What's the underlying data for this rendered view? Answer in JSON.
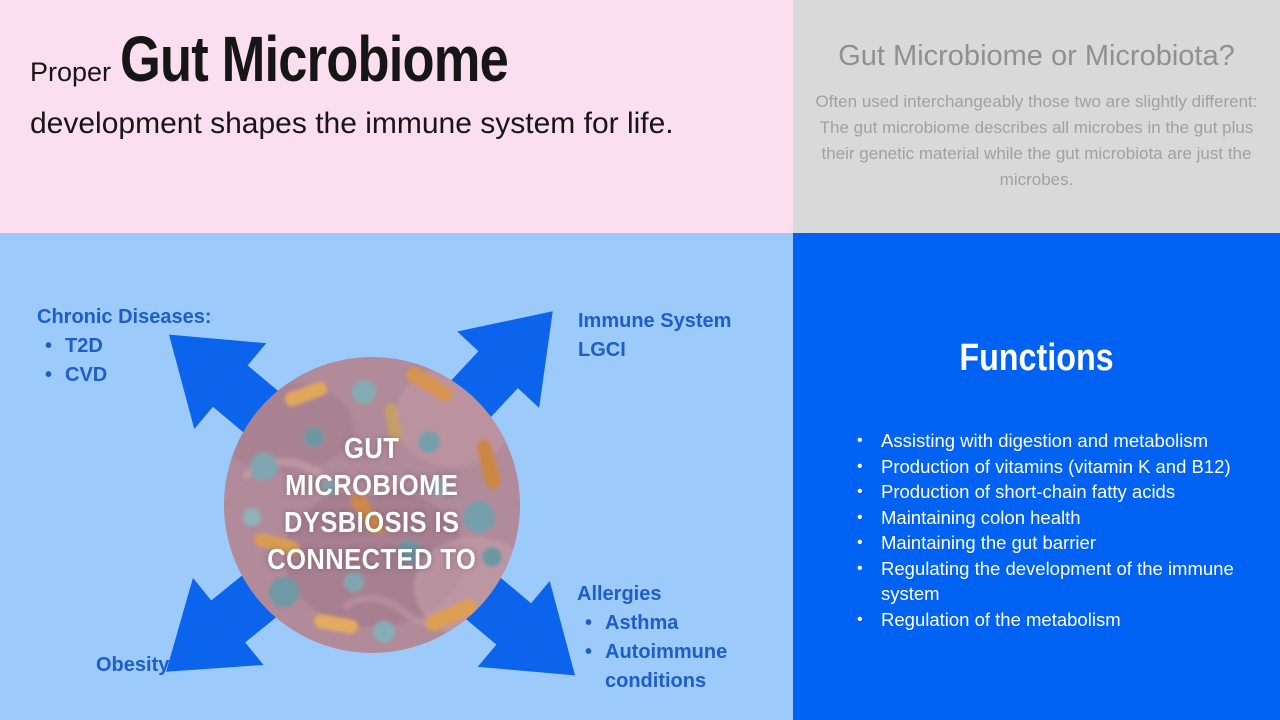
{
  "intro": {
    "prefix": "Proper",
    "emphasis": "Gut Microbiome",
    "suffix": "development shapes the immune system for life."
  },
  "definition": {
    "heading": "Gut Microbiome or Microbiota?",
    "body": "Often used interchangeably those two are slightly different: The gut microbiome describes all microbes in the gut plus their genetic material while the gut microbiota are just the microbes."
  },
  "diagram": {
    "center_text": "GUT\nMICROBIOME\nDYSBIOSIS IS\nCONNECTED TO",
    "labels": {
      "chronic": {
        "heading": "Chronic Diseases:",
        "items": [
          "T2D",
          "CVD"
        ]
      },
      "immune": {
        "text": "Immune System\nLGCI"
      },
      "obesity": {
        "text": "Obesity"
      },
      "allergies": {
        "heading": "Allergies",
        "items": [
          "Asthma",
          "Autoimmune conditions"
        ]
      }
    }
  },
  "functions": {
    "heading": "Functions",
    "items": [
      "Assisting with digestion and metabolism",
      "Production of vitamins (vitamin K and B12)",
      "Production of short-chain fatty acids",
      "Maintaining colon health",
      "Maintaining the gut barrier",
      "Regulating the development  of the immune system",
      "Regulation of the metabolism"
    ]
  },
  "colors": {
    "intro_bg": "#fbdef0",
    "definition_bg": "#d9d9d9",
    "diagram_bg": "#9ccbfb",
    "functions_bg": "#0062f3",
    "arrow_blue": "#0c63ec",
    "label_blue": "#1e5ec9",
    "title_text": "#161616",
    "muted_gray_text": "#a1a1a1"
  }
}
